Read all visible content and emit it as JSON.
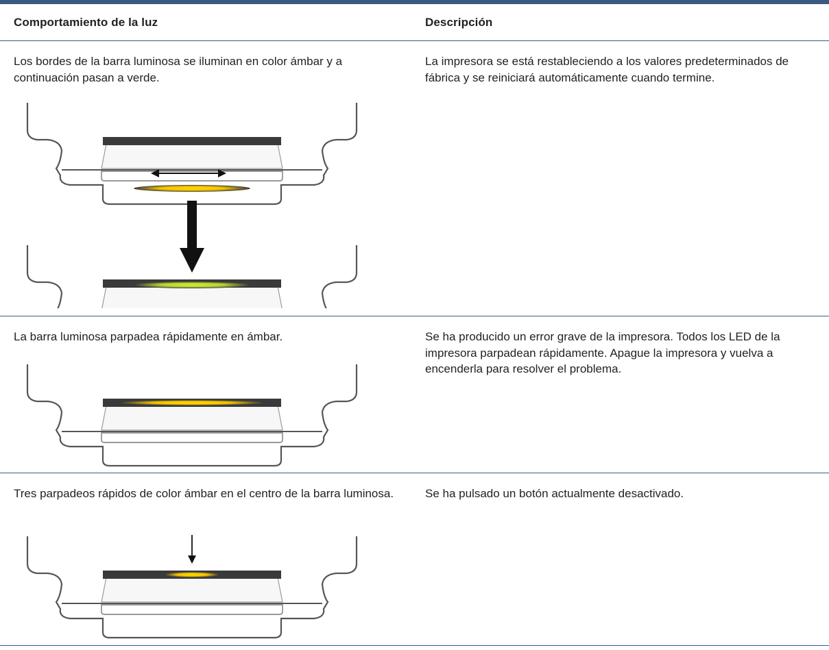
{
  "table": {
    "headers": [
      "Comportamiento de la luz",
      "Descripción"
    ],
    "rows": [
      {
        "behavior": "Los bordes de la barra luminosa se iluminan en color ámbar y a continuación pasan a verde.",
        "description": "La impresora se está restableciendo a los valores predeterminados de fábrica y se reiniciará automáticamente cuando termine.",
        "illustration": "light-bar-amber-to-green"
      },
      {
        "behavior": "La barra luminosa parpadea rápidamente en ámbar.",
        "description": "Se ha producido un error grave de la impresora. Todos los LED de la impresora parpadean rápidamente. Apague la impresora y vuelva a encenderla para resolver el problema.",
        "illustration": "light-bar-blinking-amber"
      },
      {
        "behavior": "Tres parpadeos rápidos de color ámbar en el centro de la barra luminosa.",
        "description": "Se ha pulsado un botón actualmente desactivado.",
        "illustration": "light-bar-center-amber-blink"
      }
    ]
  },
  "colors": {
    "rule": "#3b5a82",
    "amber": "#f5c400",
    "green": "#b8d432",
    "bar": "#3a3a3a",
    "outline": "#555555"
  }
}
